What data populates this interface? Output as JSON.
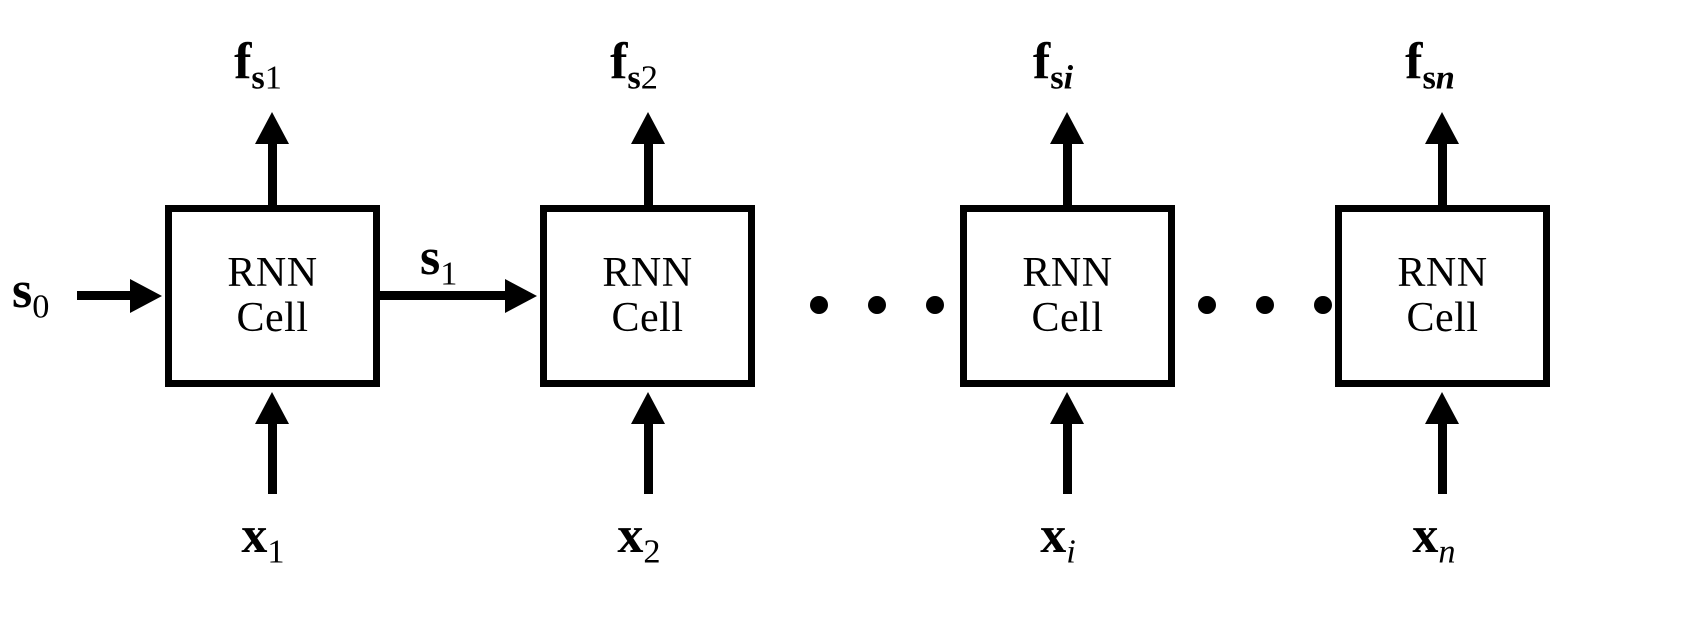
{
  "figure": {
    "type": "diagram",
    "subject": "Unrolled recurrent neural network (RNN) over n time steps",
    "cell_label_line1": "RNN",
    "cell_label_line2": "Cell"
  },
  "cells": [
    {
      "id": "cell-1",
      "line1": "RNN",
      "line2": "Cell"
    },
    {
      "id": "cell-2",
      "line1": "RNN",
      "line2": "Cell"
    },
    {
      "id": "cell-3",
      "line1": "RNN",
      "line2": "Cell"
    },
    {
      "id": "cell-4",
      "line1": "RNN",
      "line2": "Cell"
    }
  ],
  "outputs": [
    {
      "base": "f",
      "sub_bold": "s",
      "sub_rest": "1",
      "sub_rest_italic": false,
      "full": "f_s1"
    },
    {
      "base": "f",
      "sub_bold": "s",
      "sub_rest": "2",
      "sub_rest_italic": false,
      "full": "f_s2"
    },
    {
      "base": "f",
      "sub_bold": "s",
      "sub_rest": "i",
      "sub_rest_italic": true,
      "full": "f_si"
    },
    {
      "base": "f",
      "sub_bold": "s",
      "sub_rest": "n",
      "sub_rest_italic": true,
      "full": "f_sn"
    }
  ],
  "inputs": [
    {
      "base": "x",
      "sub": "1",
      "sub_italic": false,
      "full": "x_1"
    },
    {
      "base": "x",
      "sub": "2",
      "sub_italic": false,
      "full": "x_2"
    },
    {
      "base": "x",
      "sub": "i",
      "sub_italic": true,
      "full": "x_i"
    },
    {
      "base": "x",
      "sub": "n",
      "sub_italic": true,
      "full": "x_n"
    }
  ],
  "states": [
    {
      "id": "s0",
      "base": "s",
      "sub": "0",
      "full": "s_0",
      "position": "left-of-first-cell"
    },
    {
      "id": "s1",
      "base": "s",
      "sub": "1",
      "full": "s_1",
      "position": "between-cell-1-and-2"
    }
  ],
  "ellipses": [
    {
      "id": "ellipsis-1",
      "dot_count": 3,
      "position": "between-cell-2-and-cell-3"
    },
    {
      "id": "ellipsis-2",
      "dot_count": 3,
      "position": "between-cell-3-and-cell-4"
    }
  ],
  "colors": {
    "stroke": "#000000",
    "fill": "#ffffff",
    "background": "#ffffff"
  }
}
